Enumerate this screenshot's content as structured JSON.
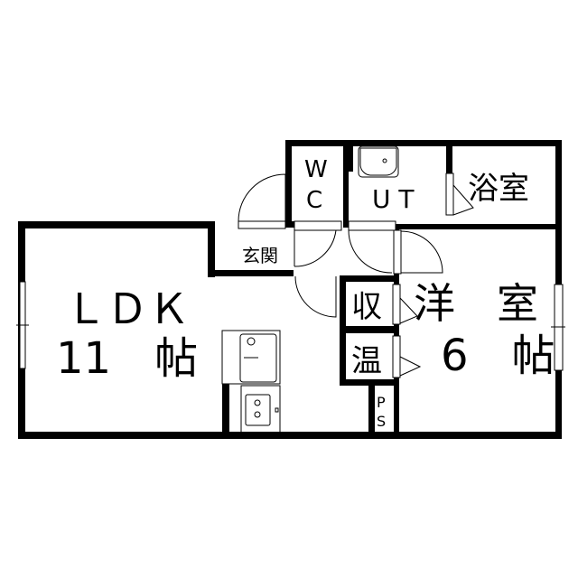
{
  "rooms": {
    "ldk": {
      "name": "ＬＤＫ",
      "size": "11　帖"
    },
    "western": {
      "name": "洋　室",
      "size": "6　帖"
    },
    "wc": {
      "line1": "W",
      "line2": "C"
    },
    "ut": "U T",
    "bath": "浴室",
    "entrance": "玄関",
    "storage": "収",
    "water_heater": "温",
    "ps": {
      "line1": "P",
      "line2": "S"
    }
  },
  "colors": {
    "wall": "#000000",
    "background": "#ffffff"
  }
}
